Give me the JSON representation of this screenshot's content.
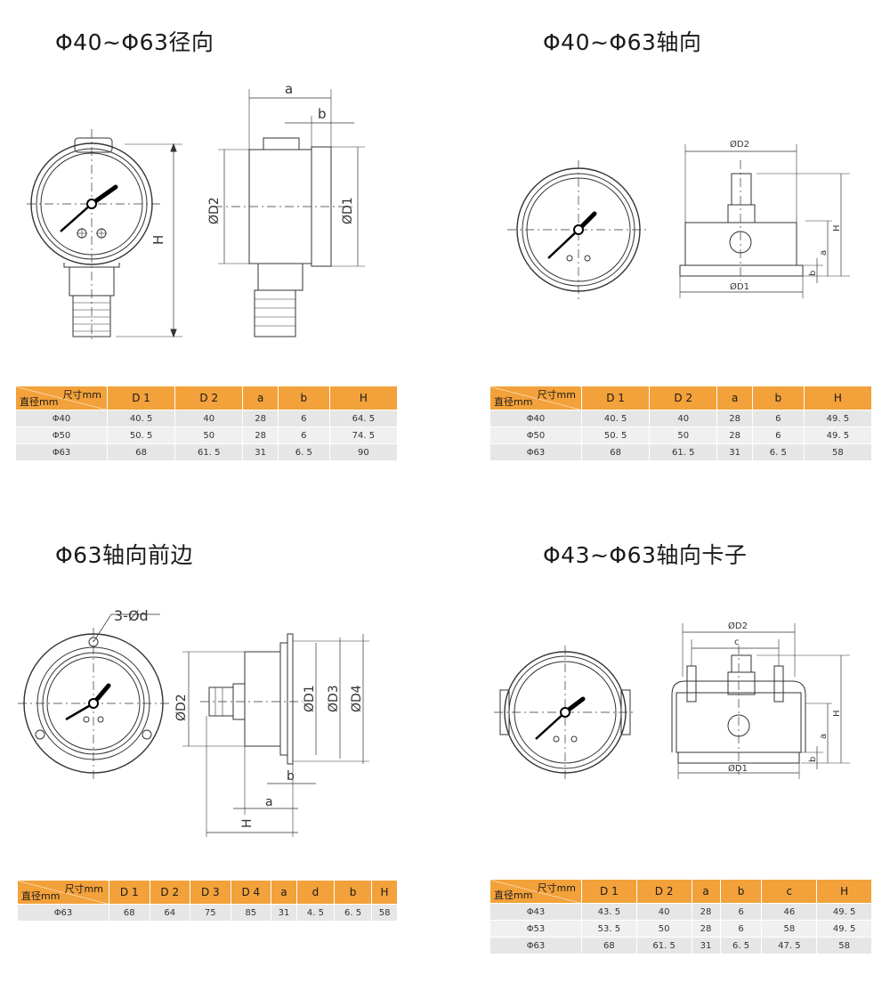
{
  "sections": [
    {
      "title": "Φ40~Φ63径向",
      "header_corner_top": "尺寸mm",
      "header_corner_bottom": "直径mm",
      "columns": [
        "D 1",
        "D 2",
        "a",
        "b",
        "H"
      ],
      "rows": [
        [
          "Φ40",
          "40. 5",
          "40",
          "28",
          "6",
          "64. 5"
        ],
        [
          "Φ50",
          "50. 5",
          "50",
          "28",
          "6",
          "74. 5"
        ],
        [
          "Φ63",
          "68",
          "61. 5",
          "31",
          "6. 5",
          "90"
        ]
      ],
      "drawing_labels": [
        "a",
        "b",
        "H",
        "ØD2",
        "ØD1"
      ]
    },
    {
      "title": "Φ40~Φ63轴向",
      "header_corner_top": "尺寸mm",
      "header_corner_bottom": "直径mm",
      "columns": [
        "D 1",
        "D 2",
        "a",
        "b",
        "H"
      ],
      "rows": [
        [
          "Φ40",
          "40. 5",
          "40",
          "28",
          "6",
          "49. 5"
        ],
        [
          "Φ50",
          "50. 5",
          "50",
          "28",
          "6",
          "49. 5"
        ],
        [
          "Φ63",
          "68",
          "61. 5",
          "31",
          "6. 5",
          "58"
        ]
      ],
      "drawing_labels": [
        "ØD2",
        "ØD1",
        "H",
        "a",
        "b"
      ]
    },
    {
      "title": "Φ63轴向前边",
      "header_corner_top": "尺寸mm",
      "header_corner_bottom": "直径mm",
      "columns": [
        "D 1",
        "D 2",
        "D 3",
        "D 4",
        "a",
        "d",
        "b",
        "H"
      ],
      "rows": [
        [
          "Φ63",
          "68",
          "64",
          "75",
          "85",
          "31",
          "4. 5",
          "6. 5",
          "58"
        ]
      ],
      "drawing_labels": [
        "3-Ød",
        "ØD2",
        "ØD1",
        "ØD3",
        "ØD4",
        "b",
        "a",
        "H"
      ]
    },
    {
      "title": "Φ43~Φ63轴向卡子",
      "header_corner_top": "尺寸mm",
      "header_corner_bottom": "直径mm",
      "columns": [
        "D 1",
        "D 2",
        "a",
        "b",
        "c",
        "H"
      ],
      "rows": [
        [
          "Φ43",
          "43. 5",
          "40",
          "28",
          "6",
          "46",
          "49. 5"
        ],
        [
          "Φ53",
          "53. 5",
          "50",
          "28",
          "6",
          "58",
          "49. 5"
        ],
        [
          "Φ63",
          "68",
          "61. 5",
          "31",
          "6. 5",
          "47. 5",
          "58"
        ]
      ],
      "drawing_labels": [
        "ØD2",
        "c",
        "H",
        "a",
        "b",
        "ØD1"
      ]
    }
  ]
}
